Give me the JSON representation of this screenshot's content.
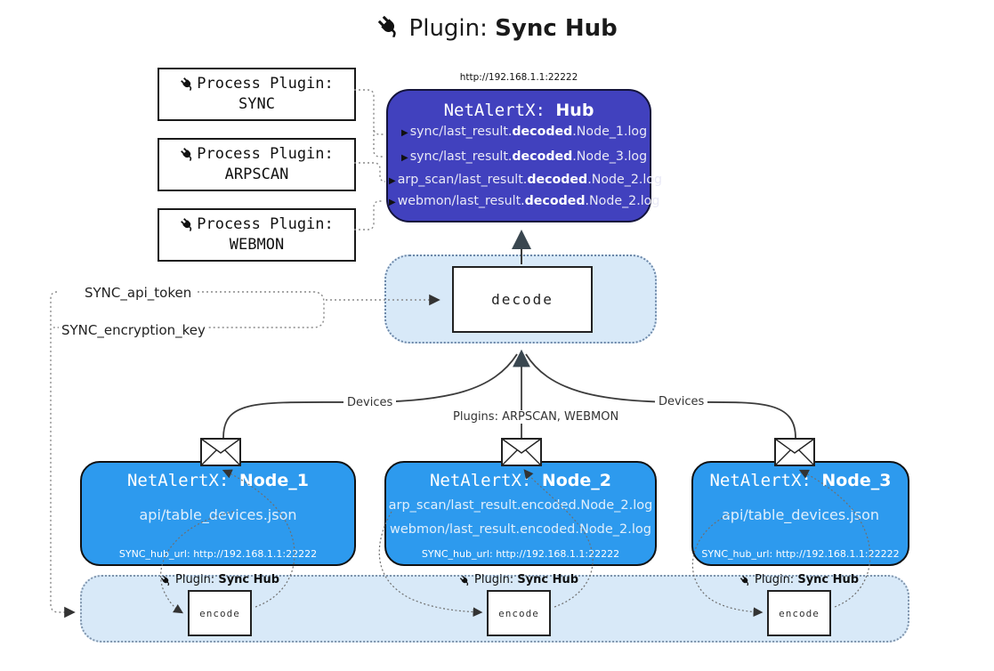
{
  "title": {
    "prefix": "Plugin:",
    "name": "Sync Hub"
  },
  "hub": {
    "url": "http://192.168.1.1:22222",
    "name_prefix": "NetAlertX:",
    "name": "Hub",
    "logs": [
      {
        "pre": "sync/last_result.",
        "bold": "decoded",
        "post": ".Node_1.log"
      },
      {
        "pre": "sync/last_result.",
        "bold": "decoded",
        "post": ".Node_3.log"
      },
      {
        "pre": "arp_scan/last_result.",
        "bold": "decoded",
        "post": ".Node_2.log"
      },
      {
        "pre": "webmon/last_result.",
        "bold": "decoded",
        "post": ".Node_2.log"
      }
    ]
  },
  "process_plugins": [
    {
      "label": "Process Plugin:",
      "name": "SYNC"
    },
    {
      "label": "Process Plugin:",
      "name": "ARPSCAN"
    },
    {
      "label": "Process Plugin:",
      "name": "WEBMON"
    }
  ],
  "decode": {
    "label": "decode"
  },
  "settings": {
    "api_token": "SYNC_api_token",
    "encryption_key": "SYNC_encryption_key"
  },
  "edges": {
    "devices_left": "Devices",
    "devices_right": "Devices",
    "plugins_mid": "Plugins: ARPSCAN, WEBMON"
  },
  "nodes": [
    {
      "name_prefix": "NetAlertX:",
      "name": "Node_1",
      "files": [
        "api/table_devices.json"
      ],
      "hub_url": "SYNC_hub_url: http://192.168.1.1:22222"
    },
    {
      "name_prefix": "NetAlertX:",
      "name": "Node_2",
      "files": [
        "arp_scan/last_result.encoded.Node_2.log",
        "webmon/last_result.encoded.Node_2.log"
      ],
      "hub_url": "SYNC_hub_url: http://192.168.1.1:22222"
    },
    {
      "name_prefix": "NetAlertX:",
      "name": "Node_3",
      "files": [
        "api/table_devices.json"
      ],
      "hub_url": "SYNC_hub_url: http://192.168.1.1:22222"
    }
  ],
  "encoders": [
    {
      "plugin_prefix": "Plugin:",
      "plugin_name": "Sync Hub",
      "box_label": "encode"
    },
    {
      "plugin_prefix": "Plugin:",
      "plugin_name": "Sync Hub",
      "box_label": "encode"
    },
    {
      "plugin_prefix": "Plugin:",
      "plugin_name": "Sync Hub",
      "box_label": "encode"
    }
  ],
  "colors": {
    "hub_bg": "#4141BE",
    "node_bg": "#2D9AEE",
    "panel_bg": "#D8E9F8",
    "panel_border": "#6C87A8",
    "solid_line": "#3C3C3C",
    "dotted_line": "#777777",
    "arrow": "#333333"
  }
}
